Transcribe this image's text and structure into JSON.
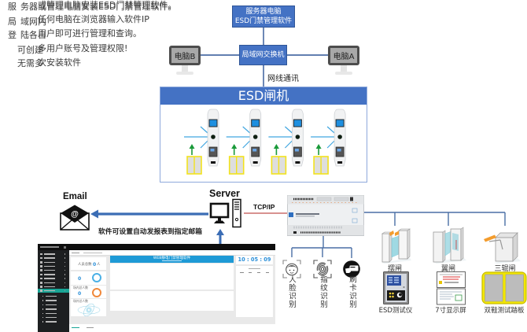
{
  "intro": {
    "left_lines": [
      "服务器或管理电脑安装ESD门禁管理软件。",
      "局域网内",
      "登陆各自",
      "可创建",
      "无需多"
    ],
    "right_lines": [
      "或管理电脑安装ESD门禁管理软件。",
      "任何电脑在浏览器输入软件IP",
      "用户即可进行管理和查询。",
      "多用户账号及管理权限!",
      "次安装软件"
    ]
  },
  "network": {
    "server_box": {
      "line1": "服务器电脑",
      "line2": "ESD门禁管理软件"
    },
    "switch_label": "局域网交换机",
    "computer_b": "电脑B",
    "computer_a": "电脑A",
    "cable_label": "网线通讯"
  },
  "esd_gates": {
    "title": "ESD闸机",
    "count": 4
  },
  "email": {
    "label": "Email",
    "icon": "envelope-at-icon",
    "caption": "软件可设置自动发报表到指定邮箱"
  },
  "server": {
    "label": "Server",
    "icon": "desktop-computer-icon",
    "protocol": "TCP/IP"
  },
  "identification": [
    {
      "label": "人脸识别",
      "icon": "face-recognition-icon"
    },
    {
      "label": "指纹识别",
      "icon": "fingerprint-icon"
    },
    {
      "label": "刷卡识别",
      "icon": "card-swipe-icon"
    }
  ],
  "gate_types": [
    {
      "label": "摆闸"
    },
    {
      "label": "翼闸"
    },
    {
      "label": "三辊闸"
    }
  ],
  "accessories": [
    {
      "label": "ESD测试仪"
    },
    {
      "label": "7寸显示屏"
    },
    {
      "label": "双鞋测试踏板"
    }
  ],
  "software": {
    "banner_title": "WEB静电门禁管理软件",
    "clock": "10 : 05 : 09",
    "stats": [
      {
        "label": "人员总数",
        "value": "0",
        "unit": "人"
      },
      {
        "value": "0"
      },
      {
        "label": "场内总人数",
        "value": "0"
      },
      {
        "label": "场外总人数"
      }
    ],
    "sidebar": {
      "menu_item_count": 9,
      "has_active_item": true,
      "sub_item_count": 7
    }
  },
  "colors": {
    "primary_blue": "#4472c4",
    "link_blue": "#2f5597",
    "tcp_red": "#c0504d",
    "gate_screen_blue": "#1e8fe0",
    "gate_flow_line": "#41a6e0",
    "plate_yellow": "#f2e21d",
    "arrow_green": "#1a9a3a",
    "software_banner": "#1e9ad6",
    "sidebar_active": "#19a596"
  }
}
